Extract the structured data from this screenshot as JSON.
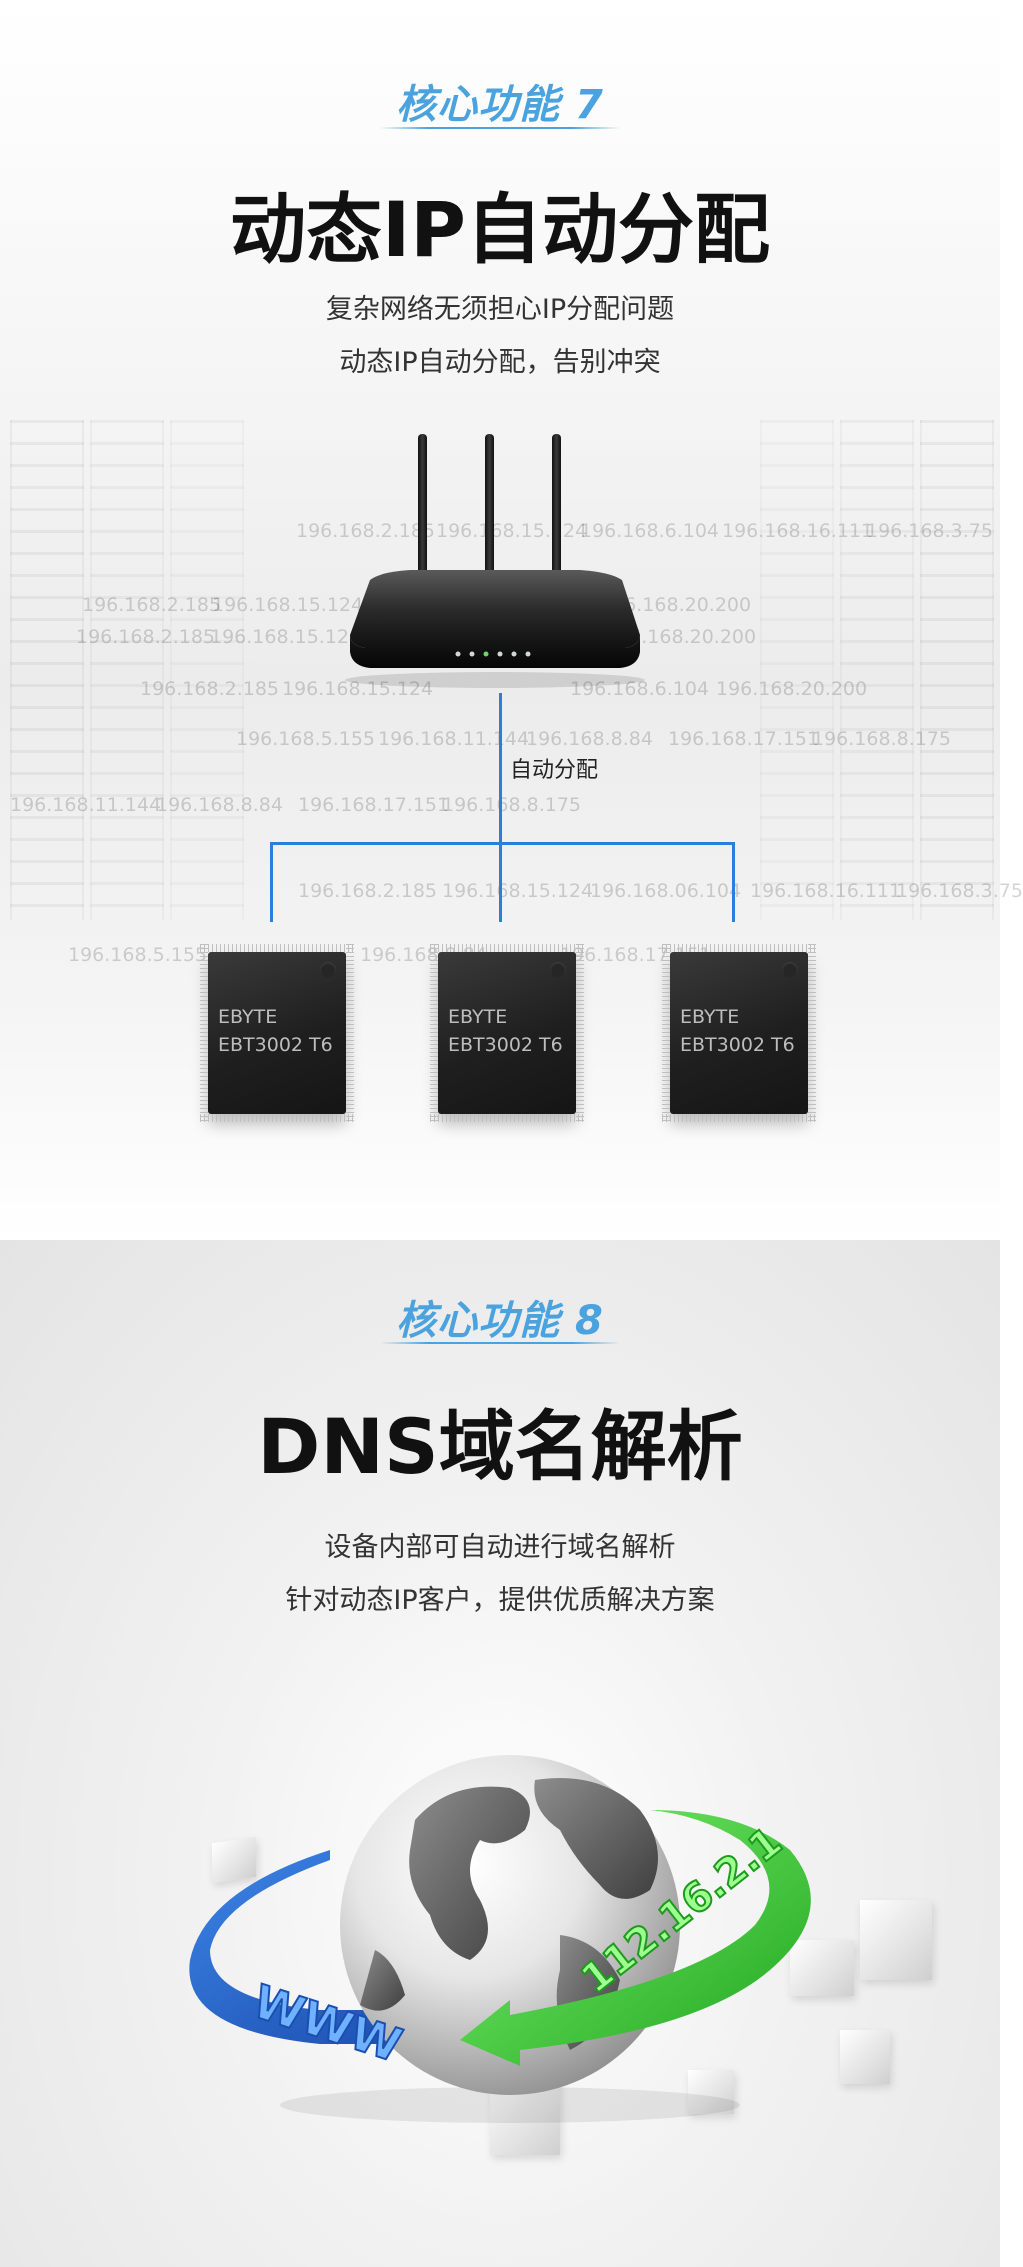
{
  "feature7": {
    "badge": "核心功能 7",
    "title": "动态IP自动分配",
    "subtitle_line1": "复杂网络无须担心IP分配问题",
    "subtitle_line2": "动态IP自动分配，告别冲突",
    "connector_label": "自动分配",
    "ip_texts": [
      "196.168.2.185",
      "196.168.15.124",
      "196.168.6.104",
      "196.168.16.111",
      "196.168.3.75",
      "196.168.2.185",
      "196.168.15.124",
      "196.168.20.200",
      "196.168.2.185",
      "196.168.15.124",
      "196.168.20.200",
      "196.168.2.185",
      "196.168.15.124",
      "196.168.6.104",
      "196.168.20.200",
      "196.168.5.155",
      "196.168.11.144",
      "196.168.8.84",
      "196.168.17.151",
      "196.168.8.175",
      "196.168.11.144",
      "196.168.8.84",
      "196.168.17.151",
      "196.168.8.175",
      "196.168.2.185",
      "196.168.15.124",
      "196.168.06.104",
      "196.168.16.111",
      "196.168.3.75",
      "196.168.5.155",
      "196.168.8.84",
      "196.168.17.151"
    ],
    "chips": [
      {
        "brand": "EBYTE",
        "model": "EBT3002 T6"
      },
      {
        "brand": "EBYTE",
        "model": "EBT3002 T6"
      },
      {
        "brand": "EBYTE",
        "model": "EBT3002 T6"
      }
    ]
  },
  "feature8": {
    "badge": "核心功能 8",
    "title": "DNS域名解析",
    "subtitle_line1": "设备内部可自动进行域名解析",
    "subtitle_line2": "针对动态IP客户，提供优质解决方案",
    "globe_label_left": "WWW",
    "globe_label_right": "112.16.2.1"
  },
  "colors": {
    "badge_blue": "#4aa3df",
    "connector_blue": "#2c7fd8",
    "arrow_blue": "#1f5fc4",
    "arrow_green": "#3ccf3a"
  }
}
